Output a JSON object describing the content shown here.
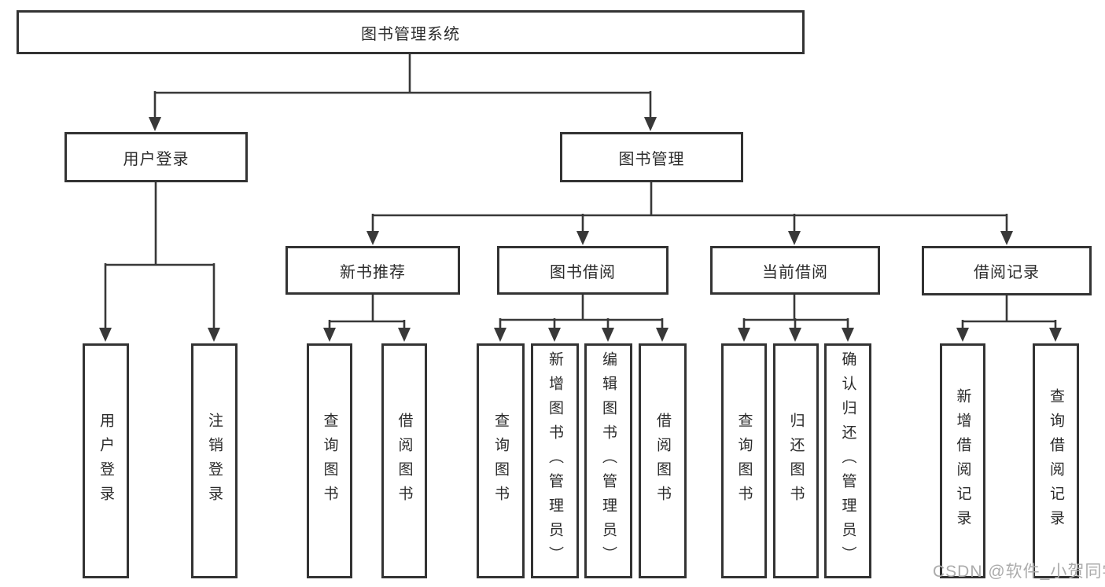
{
  "diagram": {
    "root": {
      "label": "图书管理系统"
    },
    "branches": {
      "user": {
        "label": "用户登录",
        "children": [
          "用户登录",
          "注销登录"
        ]
      },
      "book": {
        "label": "图书管理",
        "sections": [
          {
            "label": "新书推荐",
            "children": [
              "查询图书",
              "借阅图书"
            ]
          },
          {
            "label": "图书借阅",
            "children": [
              "查询图书",
              "新增图书（管理员）",
              "编辑图书（管理员）",
              "借阅图书"
            ]
          },
          {
            "label": "当前借阅",
            "children": [
              "查询图书",
              "归还图书",
              "确认归还（管理员）"
            ]
          },
          {
            "label": "借阅记录",
            "children": [
              "新增借阅记录",
              "查询借阅记录"
            ]
          }
        ]
      }
    }
  },
  "watermark": {
    "text": "CSDN @软件_小贺同学"
  },
  "colors": {
    "line": "#383838",
    "box_border": "#333333",
    "text": "#2b2b2b",
    "watermark": "#ababab",
    "background": "#ffffff"
  }
}
